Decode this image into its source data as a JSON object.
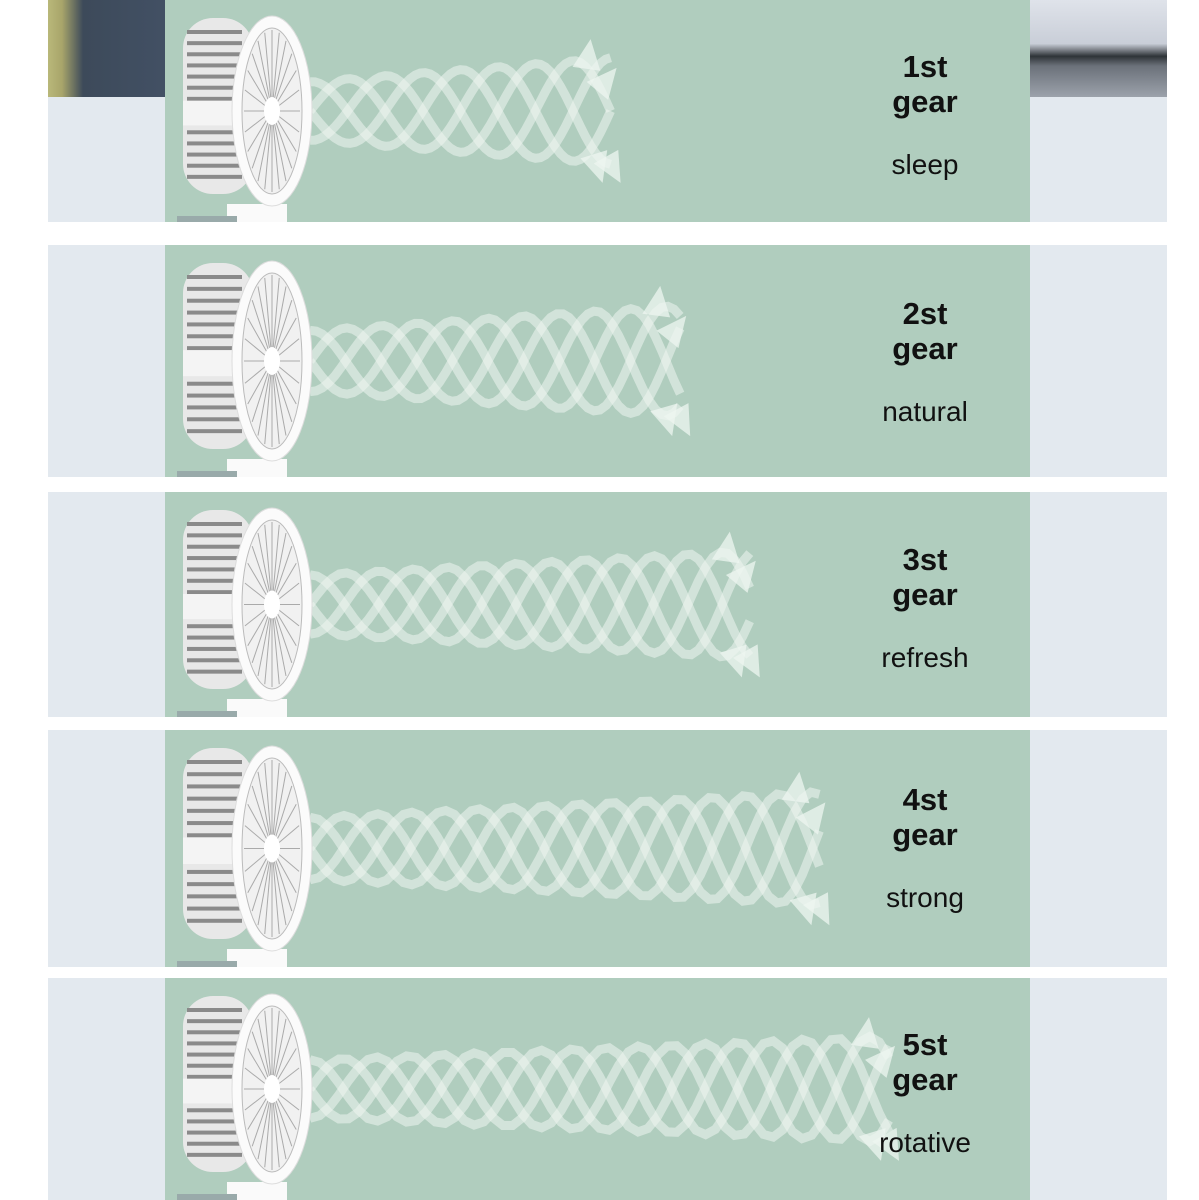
{
  "gears": [
    {
      "number": "1st",
      "gear": "gear",
      "mode": "sleep",
      "airflow_reach": 0.48
    },
    {
      "number": "2st",
      "gear": "gear",
      "mode": "natural",
      "airflow_reach": 0.56
    },
    {
      "number": "3st",
      "gear": "gear",
      "mode": "refresh",
      "airflow_reach": 0.64
    },
    {
      "number": "4st",
      "gear": "gear",
      "mode": "strong",
      "airflow_reach": 0.72
    },
    {
      "number": "5st",
      "gear": "gear",
      "mode": "rotative",
      "airflow_reach": 0.8
    }
  ],
  "colors": {
    "panel": "#b0cdbe",
    "band": "#e3e9ef",
    "wave": "#eef5f0"
  }
}
